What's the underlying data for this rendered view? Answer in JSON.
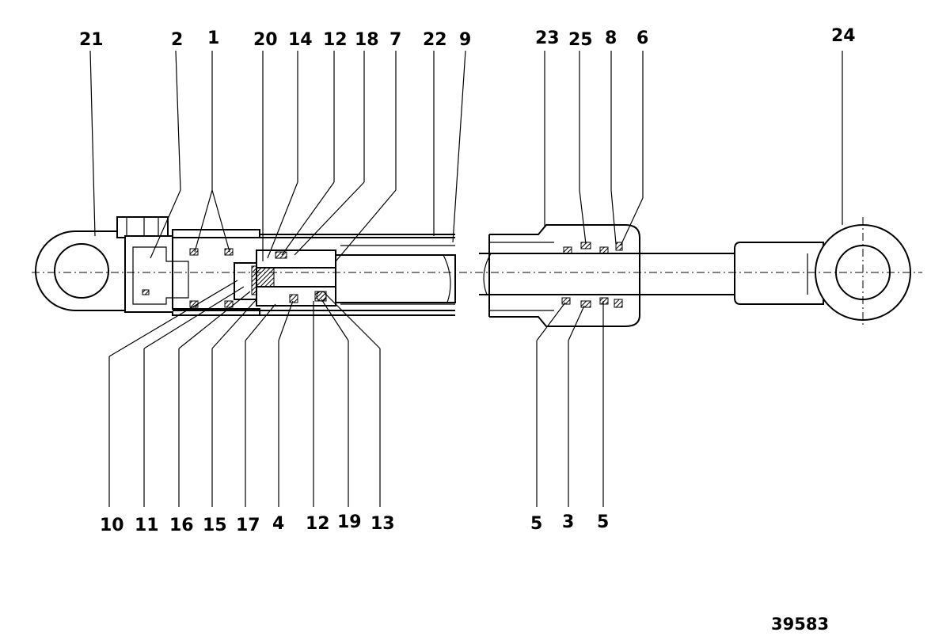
{
  "figure": {
    "id_number": "39583",
    "top_callouts": [
      "21",
      "2",
      "1",
      "20",
      "14",
      "12",
      "18",
      "7",
      "22",
      "9",
      "23",
      "25",
      "8",
      "6",
      "24"
    ],
    "bottom_callouts": [
      "10",
      "11",
      "16",
      "15",
      "17",
      "4",
      "12",
      "19",
      "13",
      "5",
      "3",
      "5"
    ]
  }
}
